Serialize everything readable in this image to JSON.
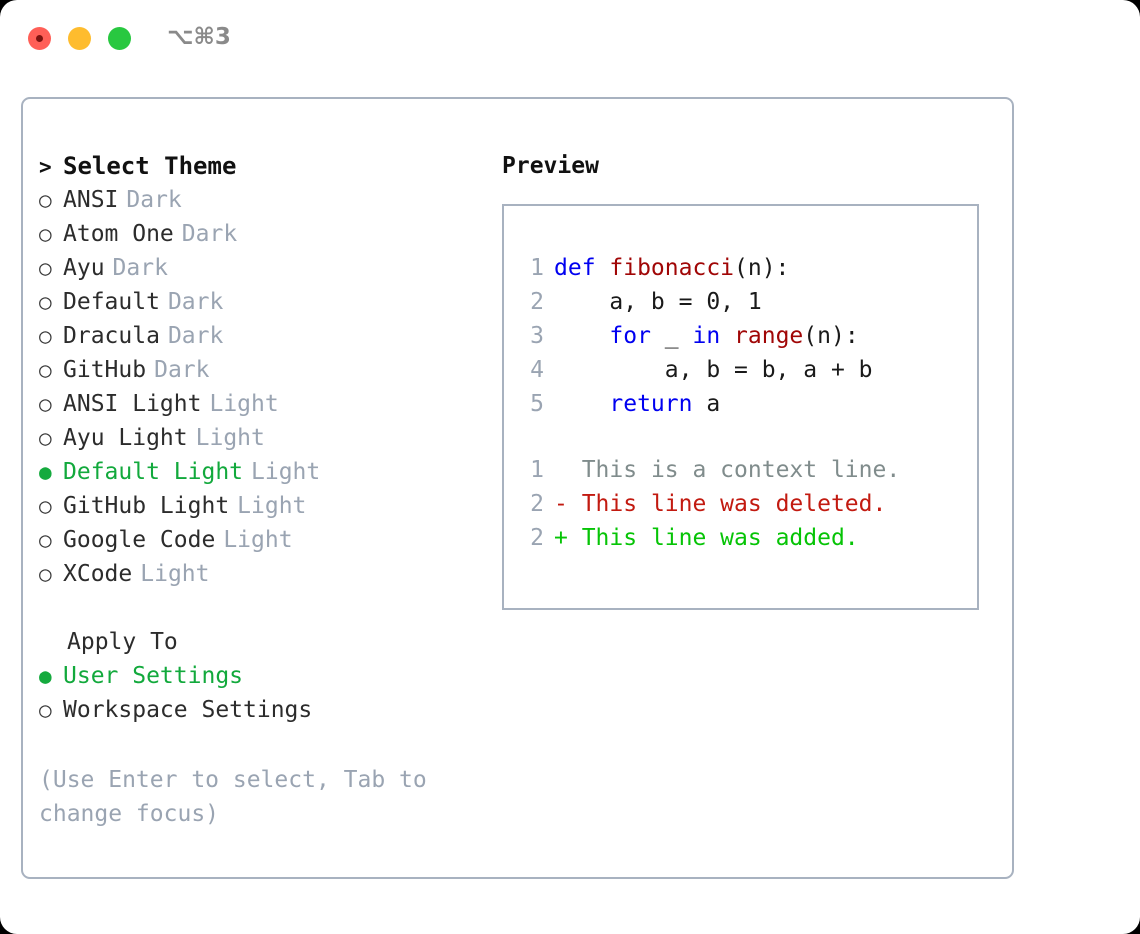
{
  "titlebar": {
    "shortcut": "⌥⌘3",
    "buttons": {
      "close": "close-button",
      "minimize": "minimize-button",
      "maximize": "maximize-button"
    },
    "colors": {
      "close": "#ff5f57",
      "minimize": "#febc2e",
      "maximize": "#28c840"
    }
  },
  "left": {
    "header_marker": ">",
    "header_label": "Select Theme",
    "themes": [
      {
        "marker": "○",
        "name": "ANSI",
        "kind": "Dark",
        "selected": false
      },
      {
        "marker": "○",
        "name": "Atom One",
        "kind": "Dark",
        "selected": false
      },
      {
        "marker": "○",
        "name": "Ayu",
        "kind": "Dark",
        "selected": false
      },
      {
        "marker": "○",
        "name": "Default",
        "kind": "Dark",
        "selected": false
      },
      {
        "marker": "○",
        "name": "Dracula",
        "kind": "Dark",
        "selected": false
      },
      {
        "marker": "○",
        "name": "GitHub",
        "kind": "Dark",
        "selected": false
      },
      {
        "marker": "○",
        "name": "ANSI Light",
        "kind": "Light",
        "selected": false
      },
      {
        "marker": "○",
        "name": "Ayu Light",
        "kind": "Light",
        "selected": false
      },
      {
        "marker": "●",
        "name": "Default Light",
        "kind": "Light",
        "selected": true
      },
      {
        "marker": "○",
        "name": "GitHub Light",
        "kind": "Light",
        "selected": false
      },
      {
        "marker": "○",
        "name": "Google Code",
        "kind": "Light",
        "selected": false
      },
      {
        "marker": "○",
        "name": "XCode",
        "kind": "Light",
        "selected": false
      }
    ],
    "apply_to_label": "Apply To",
    "apply_to_options": [
      {
        "marker": "●",
        "name": "User Settings",
        "selected": true
      },
      {
        "marker": "○",
        "name": "Workspace Settings",
        "selected": false
      }
    ],
    "hint": "(Use Enter to select, Tab to change focus)"
  },
  "right": {
    "preview_label": "Preview",
    "code_lines": [
      {
        "no": "1",
        "tokens": [
          {
            "t": "def ",
            "c": "kw"
          },
          {
            "t": "fibonacci",
            "c": "fn"
          },
          {
            "t": "(n):",
            "c": "pl"
          }
        ]
      },
      {
        "no": "2",
        "tokens": [
          {
            "t": "    a, b = 0, 1",
            "c": "pl"
          }
        ]
      },
      {
        "no": "3",
        "tokens": [
          {
            "t": "    ",
            "c": "pl"
          },
          {
            "t": "for",
            "c": "kw"
          },
          {
            "t": " _ ",
            "c": "pl"
          },
          {
            "t": "in",
            "c": "kw"
          },
          {
            "t": " ",
            "c": "pl"
          },
          {
            "t": "range",
            "c": "fn"
          },
          {
            "t": "(n):",
            "c": "pl"
          }
        ]
      },
      {
        "no": "4",
        "tokens": [
          {
            "t": "        a, b = b, a + b",
            "c": "pl"
          }
        ]
      },
      {
        "no": "5",
        "tokens": [
          {
            "t": "    ",
            "c": "pl"
          },
          {
            "t": "return",
            "c": "kw"
          },
          {
            "t": " a",
            "c": "pl"
          }
        ]
      }
    ],
    "diff_lines": [
      {
        "no": "1",
        "sign": " ",
        "text": "This is a context line.",
        "kind": "ctx"
      },
      {
        "no": "2",
        "sign": "-",
        "text": "This line was deleted.",
        "kind": "del"
      },
      {
        "no": "2",
        "sign": "+",
        "text": "This line was added.",
        "kind": "add"
      }
    ]
  },
  "colors": {
    "selected_green": "#12a93c",
    "muted": "#9aa4b2",
    "border": "#a8b2c0",
    "keyword_blue": "#0000f0",
    "function_red": "#a00606",
    "diff_add": "#06c406",
    "diff_del": "#c21a10"
  }
}
